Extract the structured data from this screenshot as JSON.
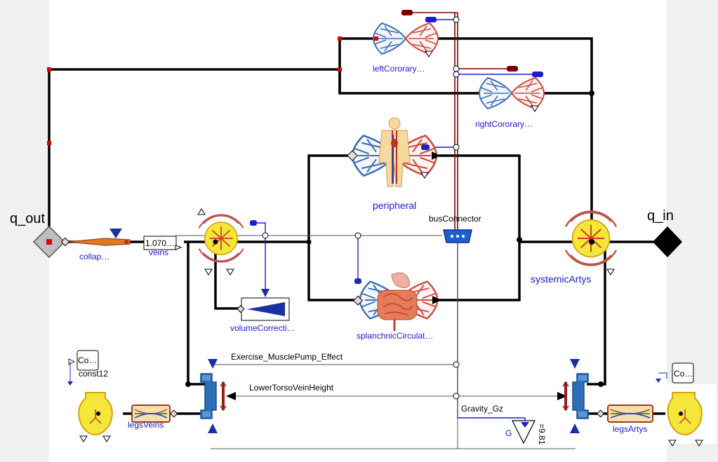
{
  "ports": {
    "q_out": "q_out",
    "q_in": "q_in"
  },
  "components": {
    "leftCororary": "leftCororary…",
    "rightCororary": "rightCororary…",
    "peripheral": "peripheral",
    "busConnector": "busConnector",
    "systemicArtys": "systemicArtys",
    "collap": "collap…",
    "veins_value": "1.070…",
    "veins": "veins",
    "volumeCorrection": "volumeCorrecti…",
    "splanchnic": "splanchnicCirculat…",
    "const12_box": "Co…",
    "const12": "const12",
    "legsVeins": "legsVeins",
    "legsArtys": "legsArtys",
    "const_right_box": "Co…",
    "G": "G",
    "G_value": "=9.81"
  },
  "signals": {
    "exercise": "Exercise_MusclePump_Effect",
    "lowerTorso": "LowerTorsoVeinHeight",
    "gravity": "Gravity_Gz"
  },
  "colors": {
    "wire": "#000000",
    "bus_dark_red": "#7a0000",
    "signal_blue": "#1c1cd0",
    "label_blue": "#1c1cd0",
    "vessel_blue": "#3f6fb4",
    "vessel_red": "#cf4a3a",
    "elastance_ring": "#c0504d",
    "elastance_fill": "#f5e63a",
    "pump_blue": "#2c6fb8",
    "pump_red": "#9b1b1b",
    "junction_red": "#e00000"
  }
}
